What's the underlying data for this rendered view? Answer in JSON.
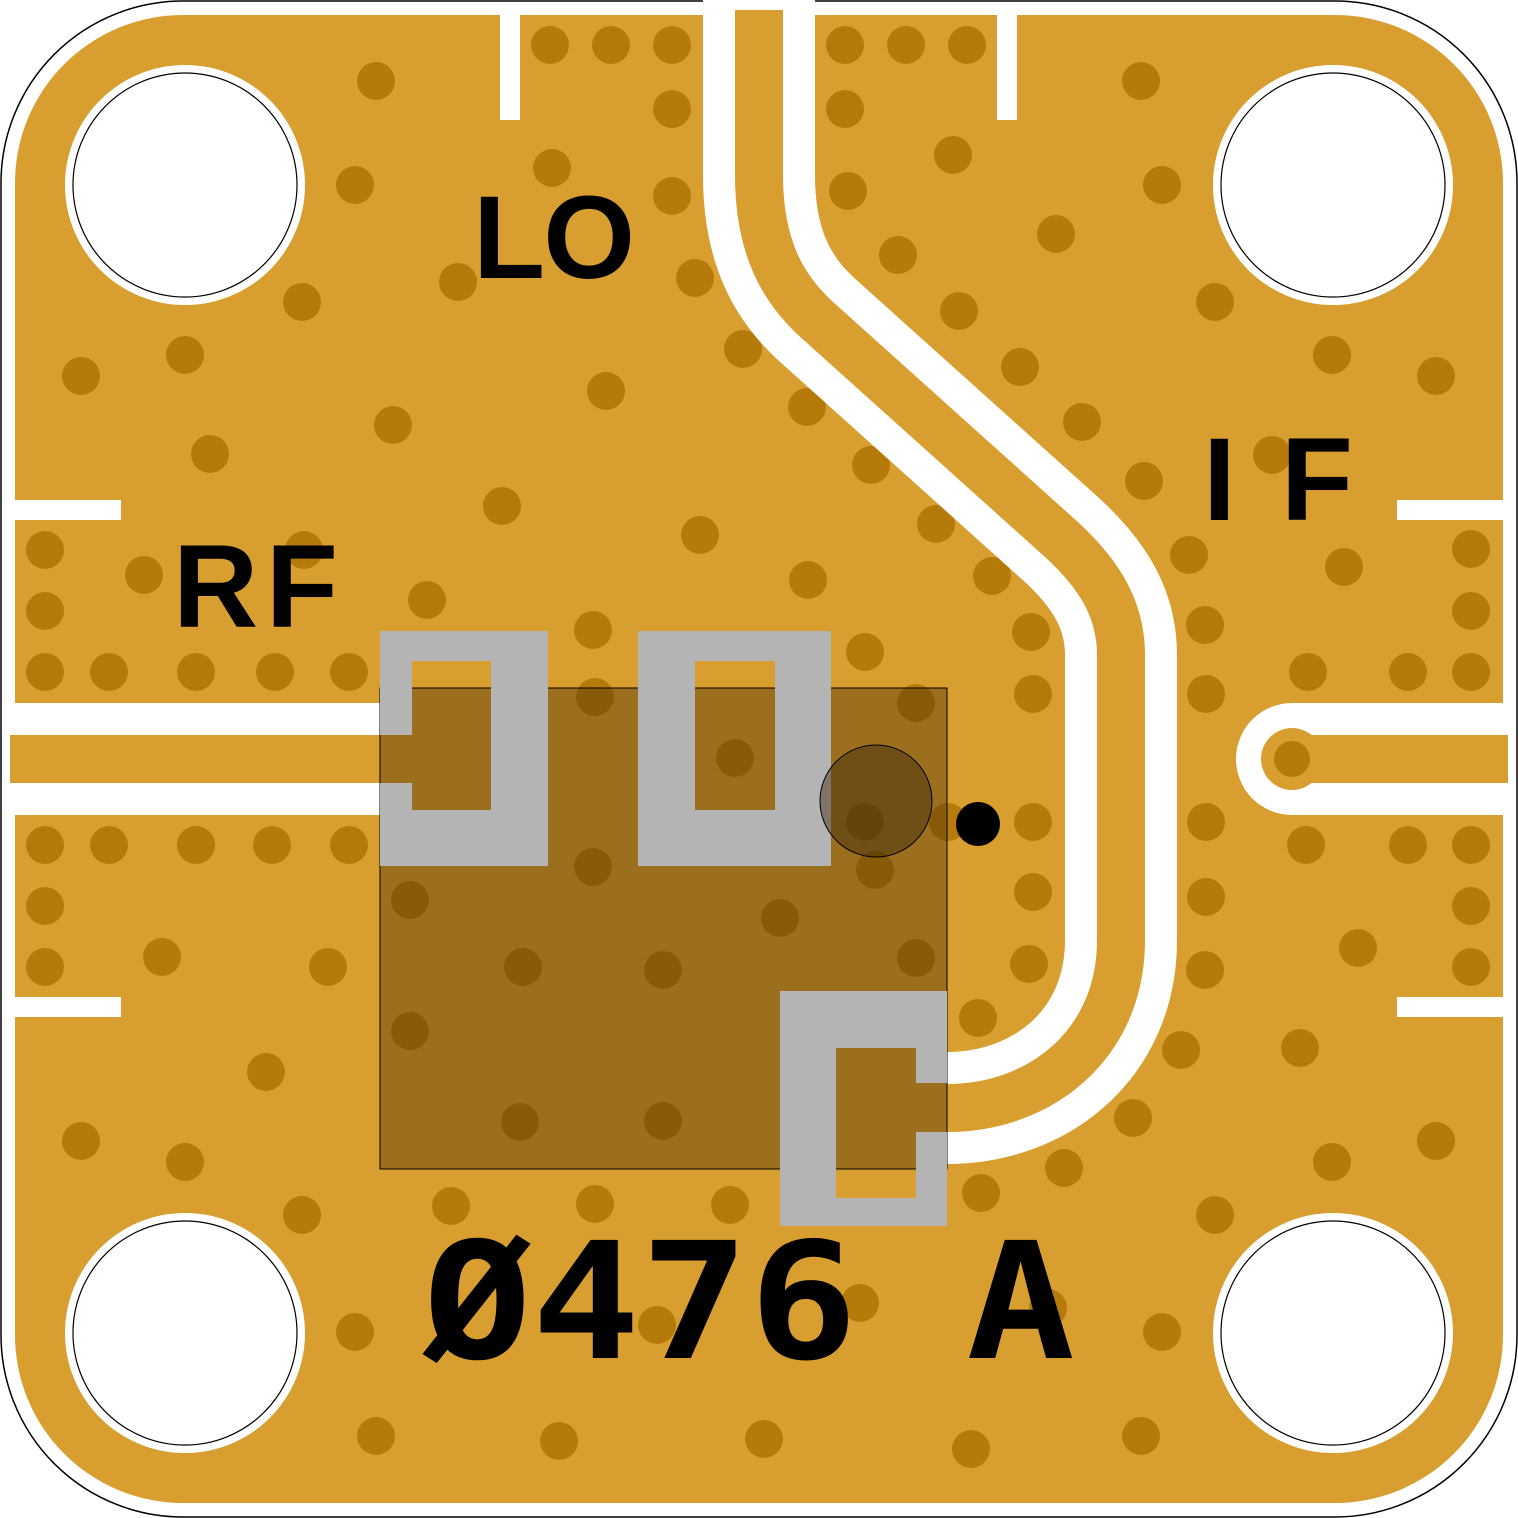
{
  "board": {
    "ports": {
      "lo": "LO",
      "rf": "RF",
      "if": "IF"
    },
    "part_number": "Ø476 A"
  },
  "colors": {
    "copper": "#D89F30",
    "via": "#B57A0A",
    "pad": "#B4B4B4",
    "outline": "#000000"
  }
}
